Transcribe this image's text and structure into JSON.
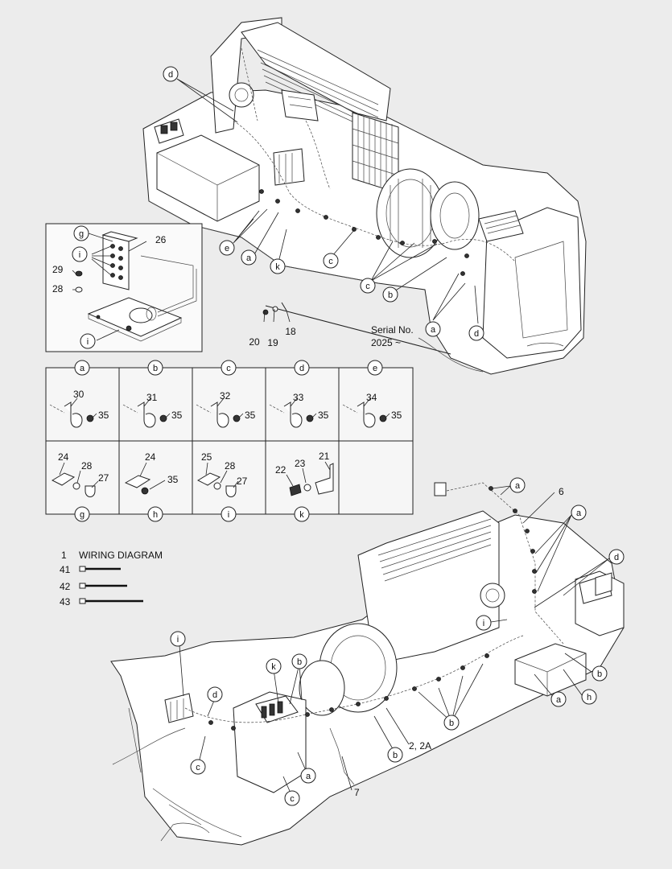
{
  "callouts_top": {
    "d_top": "d",
    "e": "e",
    "a_mid": "a",
    "k": "k",
    "c1": "c",
    "c2": "c",
    "b": "b",
    "a_right": "a",
    "d_right": "d",
    "n20": "20",
    "n19": "19",
    "n18": "18"
  },
  "serial": {
    "line1": "Serial No.",
    "line2": "2025 ~"
  },
  "inset": {
    "g": "g",
    "i1": "i",
    "i2": "i",
    "n26": "26",
    "n29": "29",
    "n28": "28"
  },
  "detail_grid": {
    "headers_top": [
      "a",
      "b",
      "c",
      "d",
      "e"
    ],
    "clips": [
      {
        "clip": "30",
        "nut": "35"
      },
      {
        "clip": "31",
        "nut": "35"
      },
      {
        "clip": "32",
        "nut": "35"
      },
      {
        "clip": "33",
        "nut": "35"
      },
      {
        "clip": "34",
        "nut": "35"
      }
    ],
    "headers_bottom": [
      "g",
      "h",
      "i",
      "k"
    ],
    "g": {
      "bracket": "24",
      "washer": "28",
      "bolt": "27"
    },
    "h": {
      "bracket": "24",
      "nut": "35"
    },
    "i": {
      "bracket": "25",
      "washer": "28",
      "bolt": "27"
    },
    "k": {
      "bolt": "22",
      "washer": "23",
      "bracket": "21"
    }
  },
  "legend": {
    "title_num": "1",
    "title": "WIRING DIAGRAM",
    "items": [
      {
        "num": "41"
      },
      {
        "num": "42"
      },
      {
        "num": "43"
      }
    ]
  },
  "callouts_bottom": {
    "a1": "a",
    "n6": "6",
    "a2": "a",
    "d1": "d",
    "i_right": "i",
    "b_right": "b",
    "h": "h",
    "a3": "a",
    "i_left": "i",
    "d_left": "d",
    "k": "k",
    "b_k": "b",
    "c_left": "c",
    "a_low": "a",
    "c_low": "c",
    "n7": "7",
    "b_mid": "b",
    "n2": "2, 2A",
    "b_group": "b"
  }
}
